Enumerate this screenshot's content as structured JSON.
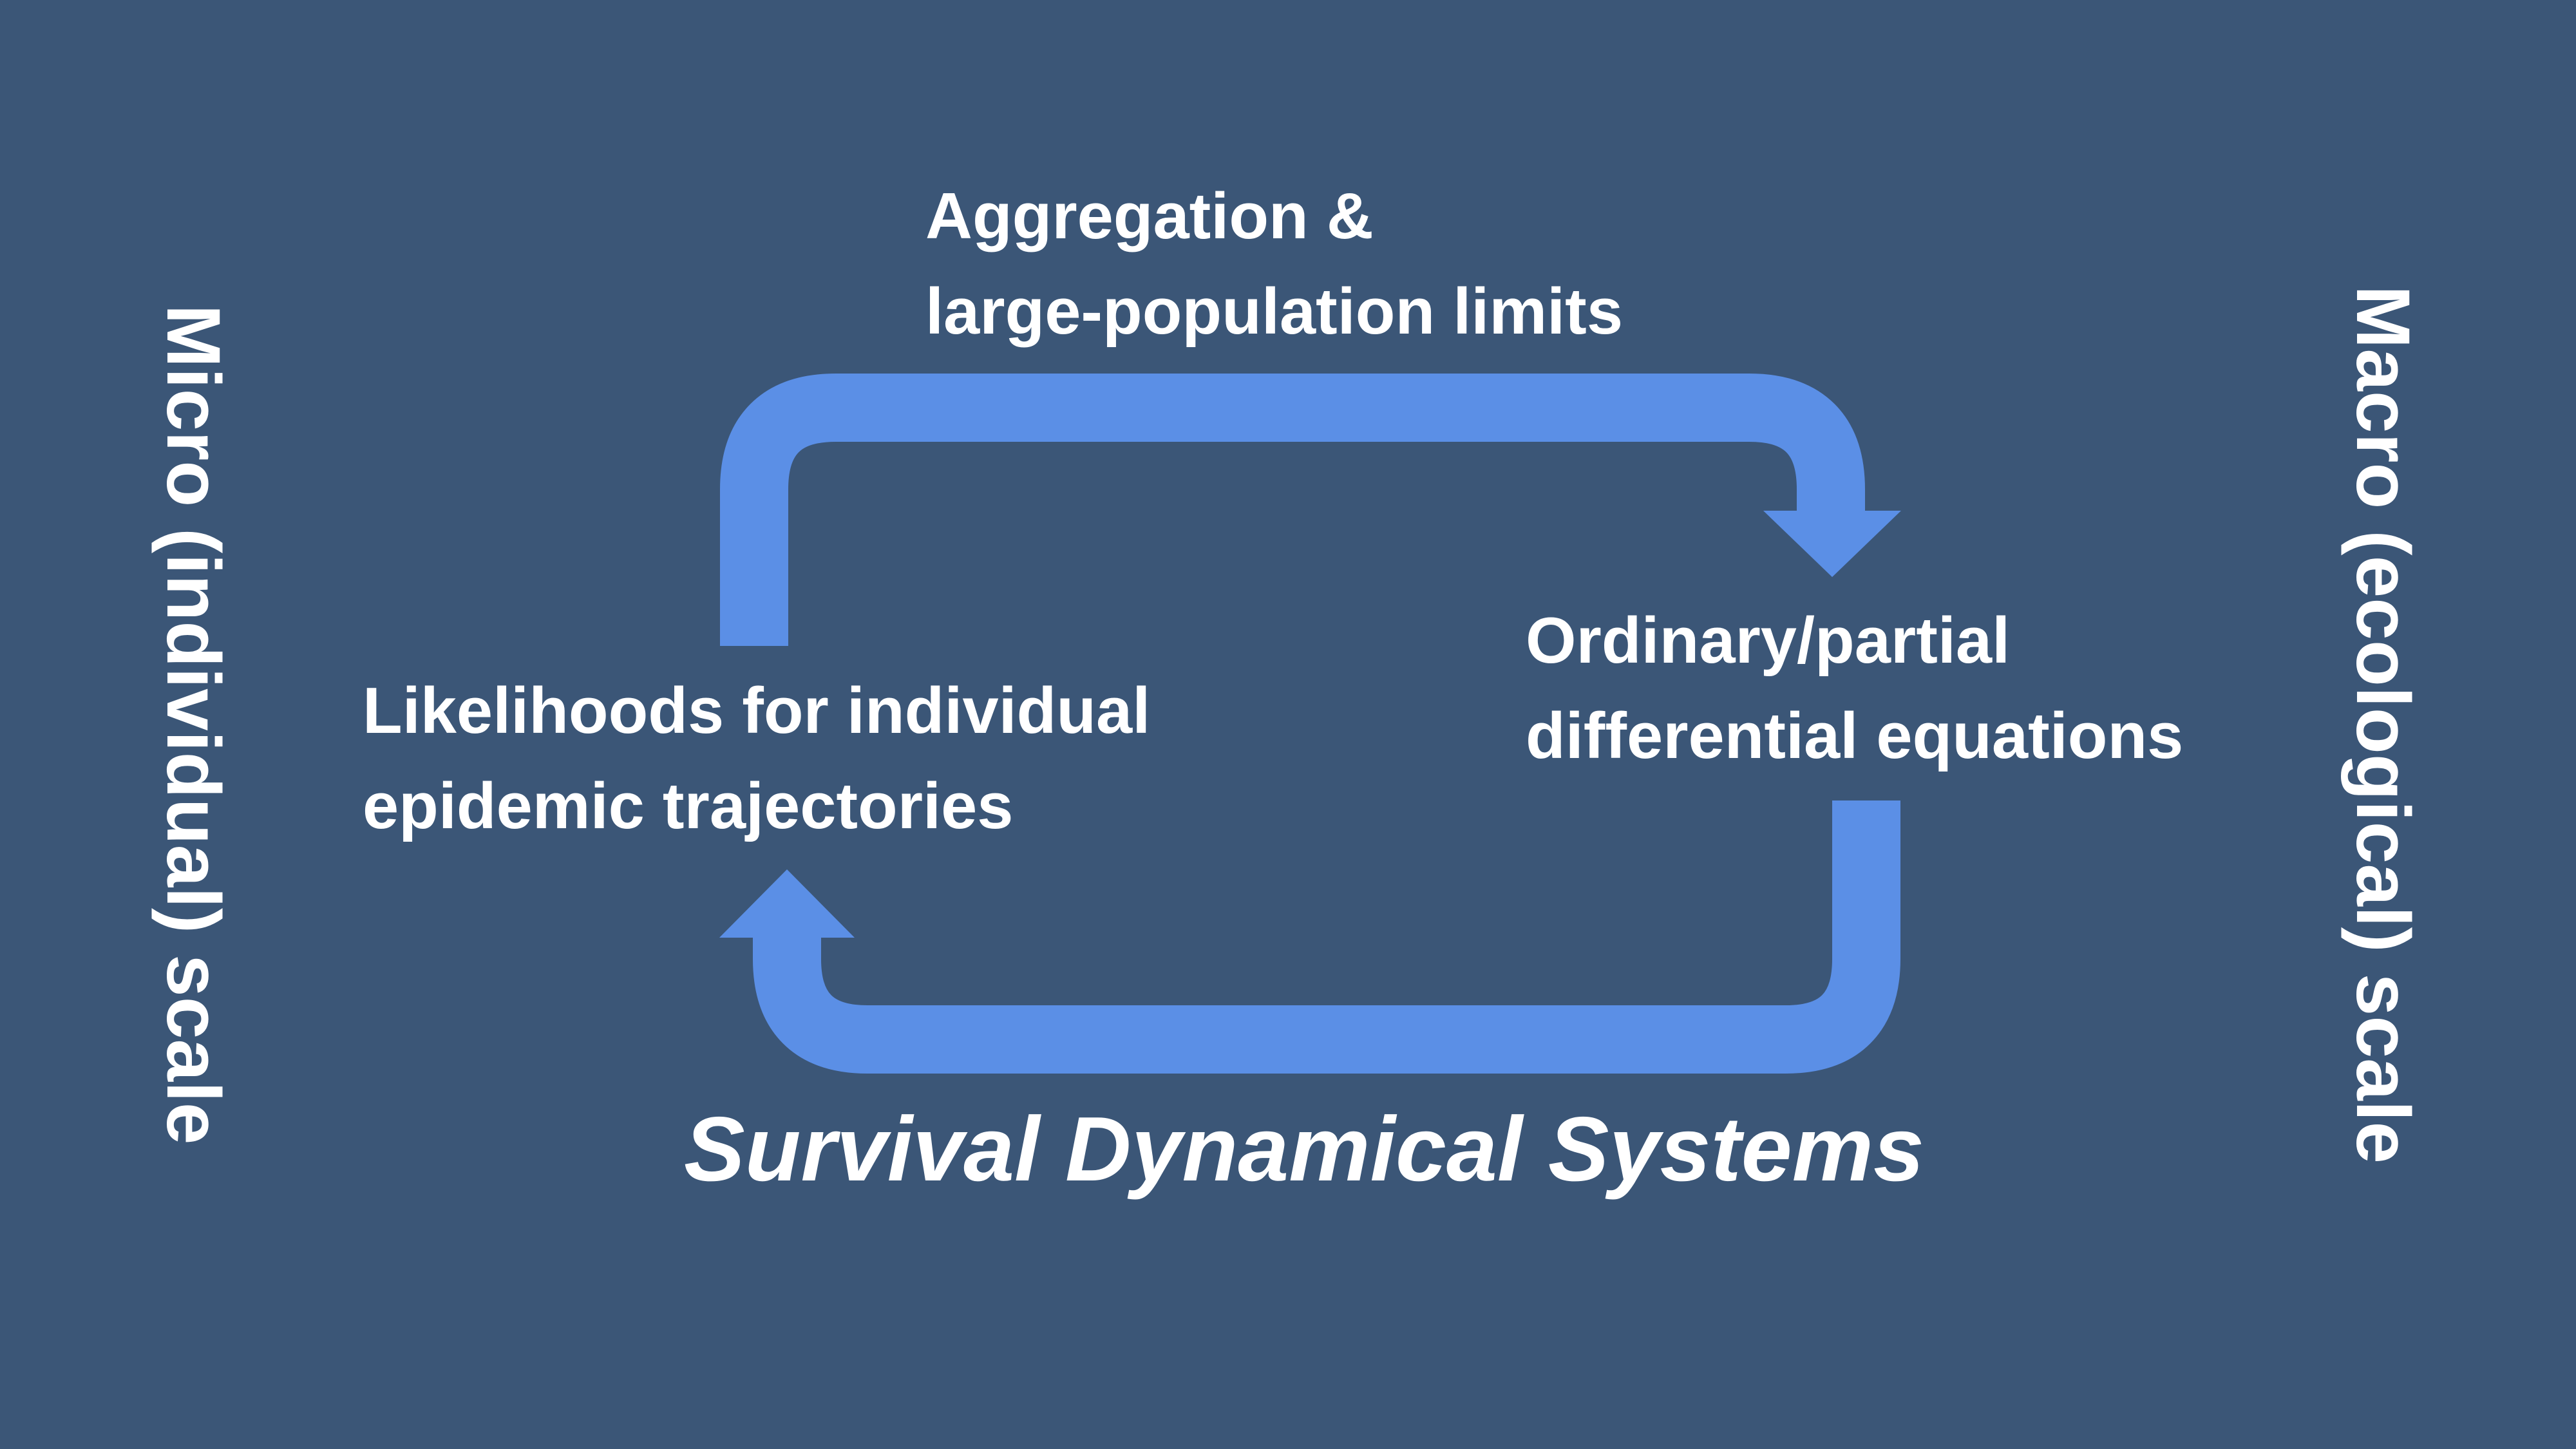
{
  "colors": {
    "background": "#3b5677",
    "arrow": "#5b8fe6",
    "text": "#ffffff"
  },
  "labels": {
    "micro_scale": "Micro (individual) scale",
    "macro_scale": "Macro (ecological) scale",
    "aggregation_line1": "Aggregation &",
    "aggregation_line2": "large-population limits",
    "likelihoods_line1": "Likelihoods for individual",
    "likelihoods_line2": "epidemic trajectories",
    "equations_line1": "Ordinary/partial",
    "equations_line2": "differential equations",
    "bottom_title": "Survival Dynamical Systems"
  }
}
